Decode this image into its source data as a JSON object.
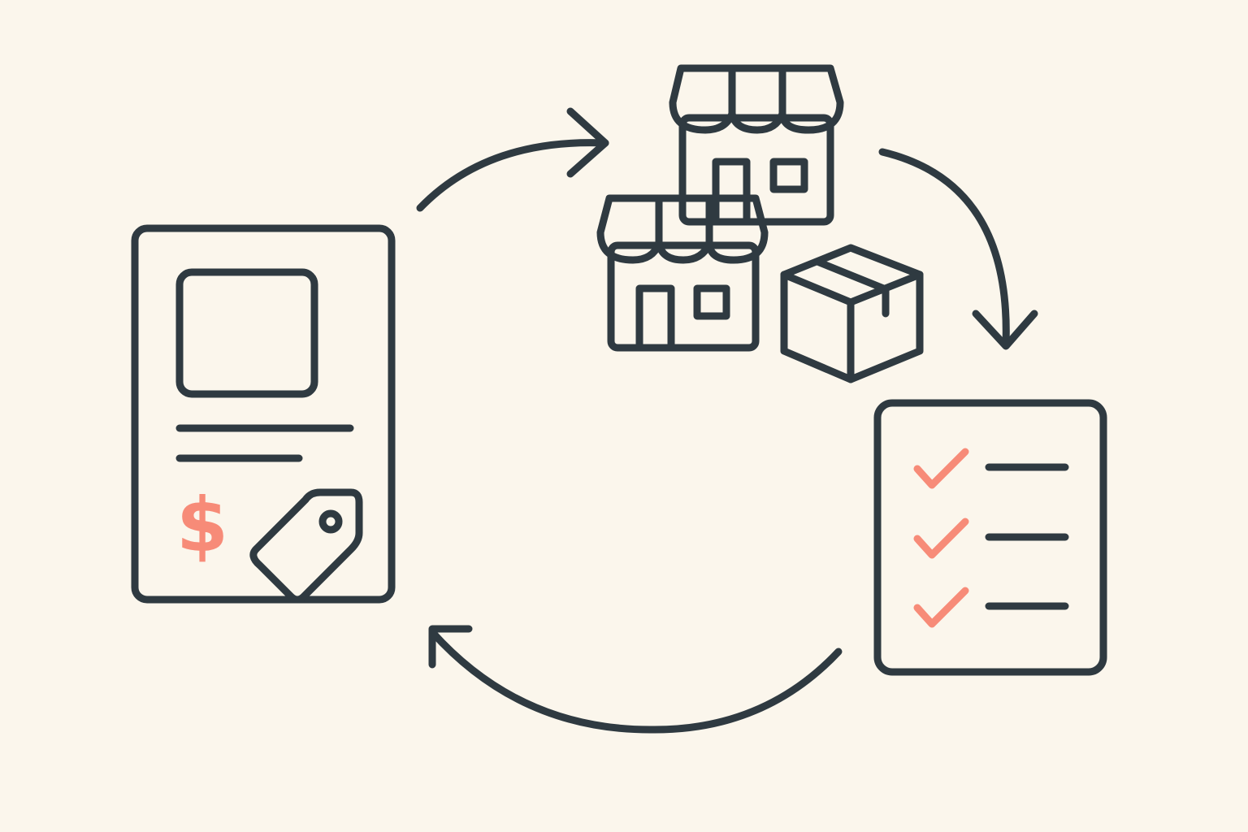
{
  "colors": {
    "background": "#FBF6EC",
    "card_fill": "#FBEEDD",
    "accent": "#F78B78",
    "outline": "#2F3A41"
  },
  "product_card": {
    "icon": "product-listing-icon",
    "price_symbol": "$",
    "tag_icon": "price-tag-icon"
  },
  "stores": {
    "icons": [
      "storefront-icon",
      "storefront-icon",
      "package-box-icon"
    ]
  },
  "checklist": {
    "icon": "checklist-icon",
    "checked_items": 3
  },
  "cycle_arrows": [
    "arrow-to-stores",
    "arrow-to-checklist",
    "arrow-to-product"
  ]
}
